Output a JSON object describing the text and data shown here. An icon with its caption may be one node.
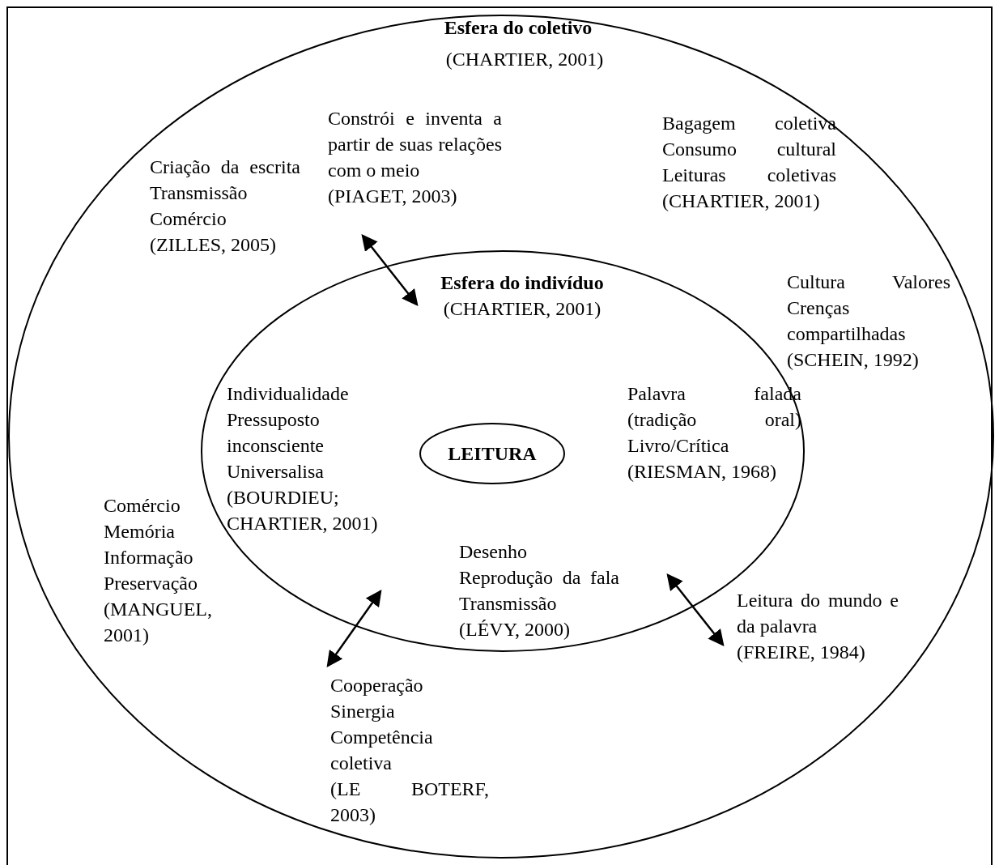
{
  "diagram": {
    "nodes": [
      {
        "text": [
          "Esfera do coletivo",
          "(CHARTIER, 2001)"
        ]
      },
      {
        "text": [
          "Esfera do indivíduo",
          "(CHARTIER, 2001)"
        ],
        "in": 0
      },
      {
        "text": [
          "LEITURA"
        ],
        "in": 1
      },
      {
        "text": [
          "Constrói e inventa a partir de suas relações com o meio",
          "(PIAGET, 2003)"
        ],
        "in": 0
      },
      {
        "text": [
          "Cooperação Sinergia Competência coletiva",
          "(LE BOTERF, 2003)"
        ],
        "in": 0
      },
      {
        "text": [
          "Leitura do mundo e da palavra",
          "(FREIRE, 1984)"
        ],
        "in": 0
      }
    ],
    "edges": [
      {
        "from": 3,
        "to": 1,
        "arrow": "both"
      },
      {
        "from": 4,
        "to": 1,
        "arrow": "both"
      },
      {
        "from": 1,
        "to": 5,
        "arrow": "both"
      }
    ],
    "labels": [
      "Criação da escrita Transmissão Comércio (ZILLES, 2005)",
      "Bagagem coletiva Consumo cultural Leituras coletivas (CHARTIER, 2001)",
      "Cultura Valores Crenças compartilhadas (SCHEIN, 1992)",
      "Individualidade Pressuposto inconsciente Universalisa (BOURDIEU; CHARTIER, 2001)",
      "Palavra falada (tradição oral) Livro/Crítica (RIESMAN, 1968)",
      "Comércio Memória Informação Preservação (MANGUEL, 2001)",
      "Desenho Reprodução da fala Transmissão (LÉVY, 2000)"
    ]
  }
}
